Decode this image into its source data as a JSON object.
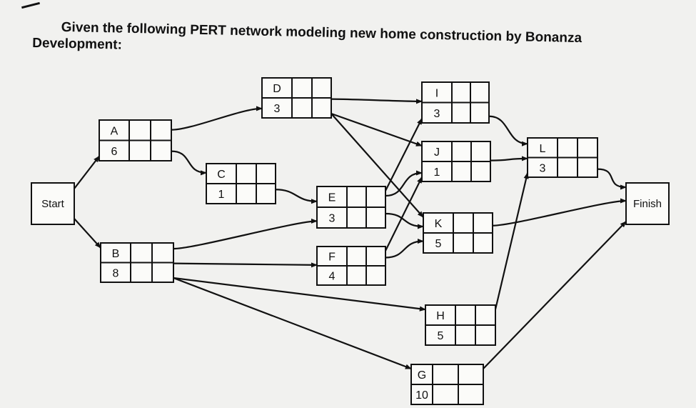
{
  "intro": {
    "line1": "Given the following PERT network modeling new home construction by Bonanza",
    "line2": "Development:"
  },
  "network": {
    "start_label": "Start",
    "finish_label": "Finish",
    "activities": [
      {
        "id": "A",
        "time": "6"
      },
      {
        "id": "B",
        "time": "8"
      },
      {
        "id": "C",
        "time": "1"
      },
      {
        "id": "D",
        "time": "3"
      },
      {
        "id": "E",
        "time": "3"
      },
      {
        "id": "F",
        "time": "4"
      },
      {
        "id": "G",
        "time": "10"
      },
      {
        "id": "H",
        "time": "5"
      },
      {
        "id": "I",
        "time": "3"
      },
      {
        "id": "J",
        "time": "1"
      },
      {
        "id": "K",
        "time": "5"
      },
      {
        "id": "L",
        "time": "3"
      }
    ],
    "edges": [
      [
        "Start",
        "A"
      ],
      [
        "Start",
        "B"
      ],
      [
        "A",
        "D"
      ],
      [
        "A",
        "C"
      ],
      [
        "B",
        "E"
      ],
      [
        "B",
        "F"
      ],
      [
        "B",
        "H"
      ],
      [
        "B",
        "G"
      ],
      [
        "C",
        "E"
      ],
      [
        "D",
        "I"
      ],
      [
        "D",
        "J"
      ],
      [
        "D",
        "K"
      ],
      [
        "E",
        "I"
      ],
      [
        "E",
        "J"
      ],
      [
        "E",
        "K"
      ],
      [
        "F",
        "J"
      ],
      [
        "F",
        "K"
      ],
      [
        "I",
        "L"
      ],
      [
        "J",
        "L"
      ],
      [
        "H",
        "L"
      ],
      [
        "L",
        "Finish"
      ],
      [
        "K",
        "Finish"
      ],
      [
        "G",
        "Finish"
      ]
    ]
  }
}
